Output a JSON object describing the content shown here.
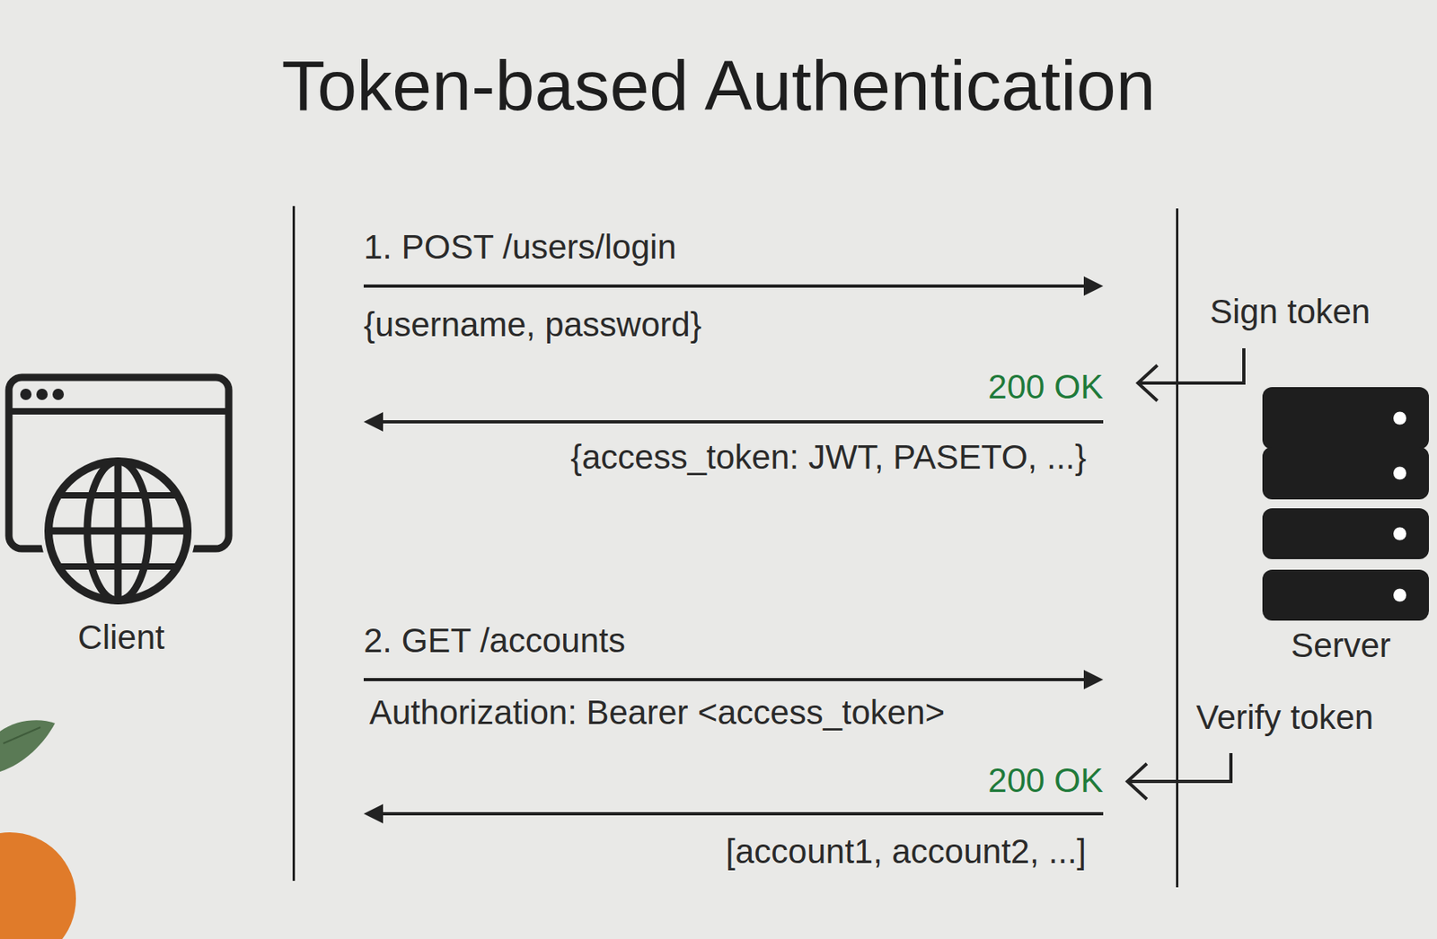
{
  "diagram": {
    "title": "Token-based Authentication",
    "nodes": [
      {
        "text": [
          "Client"
        ]
      },
      {
        "text": [
          "Server"
        ]
      }
    ],
    "edges": [
      {
        "from": 0,
        "to": 1,
        "arrow": "to",
        "label": "1. POST /users/login"
      },
      {
        "from": 1,
        "to": 0,
        "arrow": "to",
        "label": "200 OK"
      },
      {
        "from": 0,
        "to": 1,
        "arrow": "to",
        "label": "2. GET /accounts"
      },
      {
        "from": 1,
        "to": 0,
        "arrow": "to",
        "label": "200 OK"
      }
    ],
    "labels": [
      "{username, password}",
      "{access_token: JWT, PASETO, ...}",
      "Authorization: Bearer <access_token>",
      "[account1, account2, ...]",
      "Sign token",
      "Verify token"
    ]
  }
}
